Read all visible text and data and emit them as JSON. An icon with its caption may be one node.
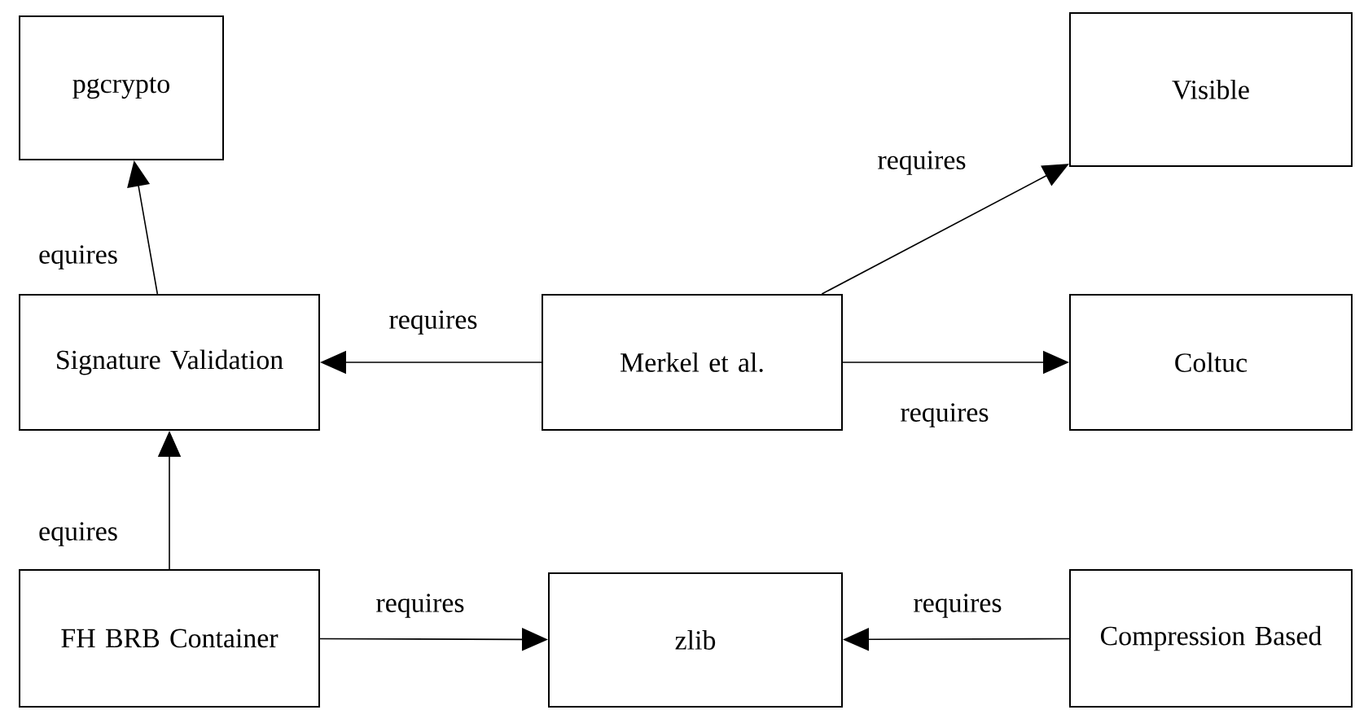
{
  "diagram": {
    "nodes": [
      {
        "text": [
          "pgcrypto"
        ]
      },
      {
        "text": [
          "Signature Validation"
        ]
      },
      {
        "text": [
          "Merkel et al."
        ]
      },
      {
        "text": [
          "Visible"
        ]
      },
      {
        "text": [
          "Coltuc"
        ]
      },
      {
        "text": [
          "FH BRB Container"
        ]
      },
      {
        "text": [
          "zlib"
        ]
      },
      {
        "text": [
          "Compression Based"
        ]
      }
    ],
    "edges": [
      {
        "from": 1,
        "to": 0,
        "arrow": "to",
        "label": "equires"
      },
      {
        "from": 2,
        "to": 1,
        "arrow": "to",
        "label": "requires"
      },
      {
        "from": 2,
        "to": 3,
        "arrow": "to",
        "label": "requires"
      },
      {
        "from": 2,
        "to": 4,
        "arrow": "to",
        "label": "requires"
      },
      {
        "from": 5,
        "to": 1,
        "arrow": "to",
        "label": "equires"
      },
      {
        "from": 5,
        "to": 6,
        "arrow": "to",
        "label": "requires"
      },
      {
        "from": 7,
        "to": 6,
        "arrow": "to",
        "label": "requires"
      }
    ]
  }
}
